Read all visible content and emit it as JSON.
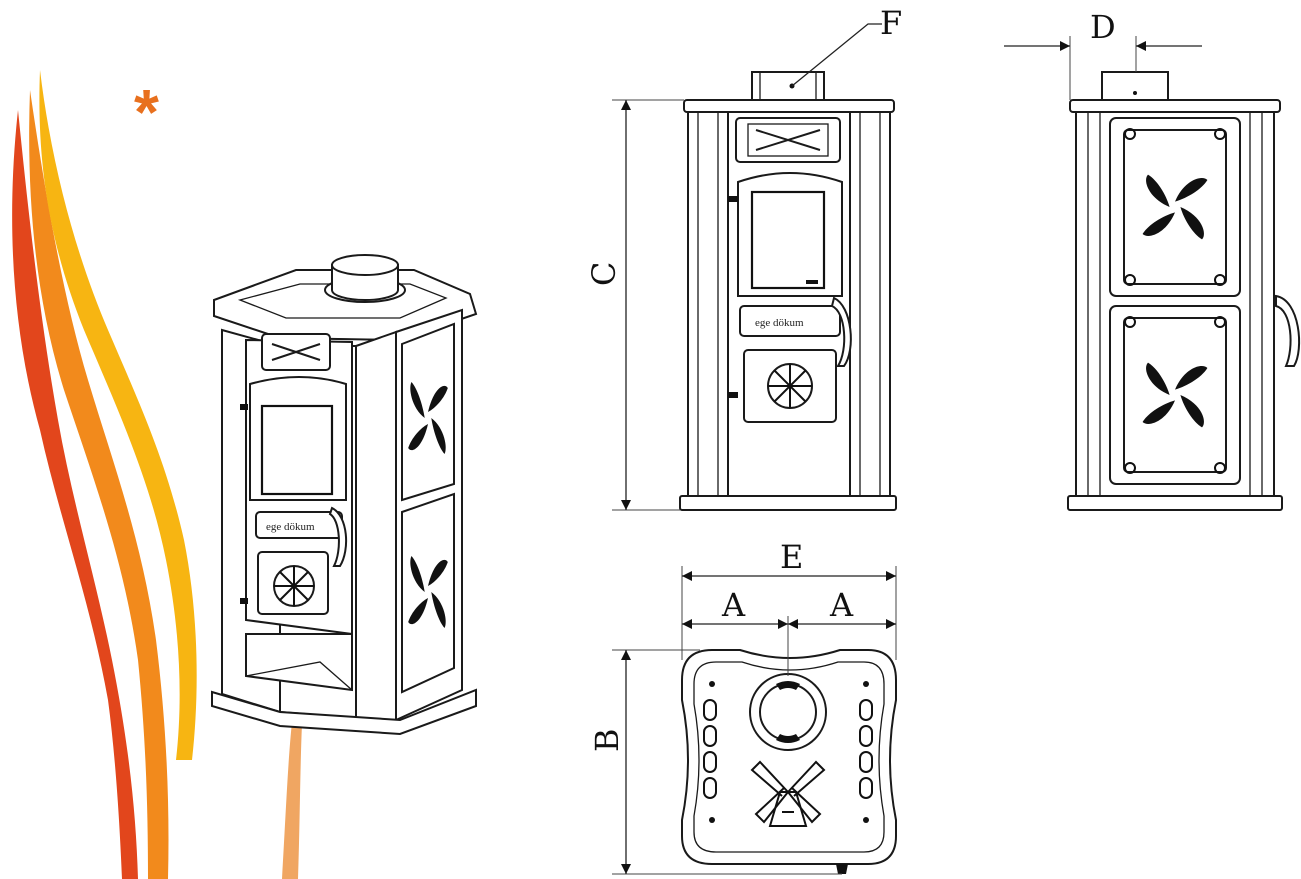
{
  "decoration": {
    "asterisk": "*",
    "colors": {
      "flame_red": "#e2461c",
      "flame_orange": "#f28a1c",
      "flame_yellow": "#f7b512",
      "flame_light": "#f0a662",
      "asterisk": "#e8701e"
    }
  },
  "labels": {
    "A_left": "A",
    "A_right": "A",
    "B": "B",
    "C": "C",
    "D": "D",
    "E": "E",
    "F": "F"
  }
}
